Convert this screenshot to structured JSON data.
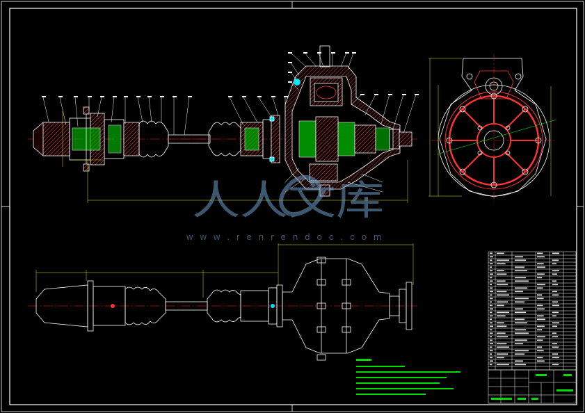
{
  "watermark": {
    "brand_text": "人人文库",
    "url_text": "w w w . r e n r e n d o c . c o m"
  },
  "colors": {
    "background": "#000000",
    "frame": "#ffffff",
    "hatch": "#ff3333",
    "solid_green": "#00dd00",
    "accent_cyan": "#00e5ff",
    "dimension_yellow": "#e8e800",
    "center_red": "#ff2020",
    "watermark": "#6fa0c8"
  },
  "icons": {
    "watermark_logo": "leaf-swoosh-logo"
  }
}
